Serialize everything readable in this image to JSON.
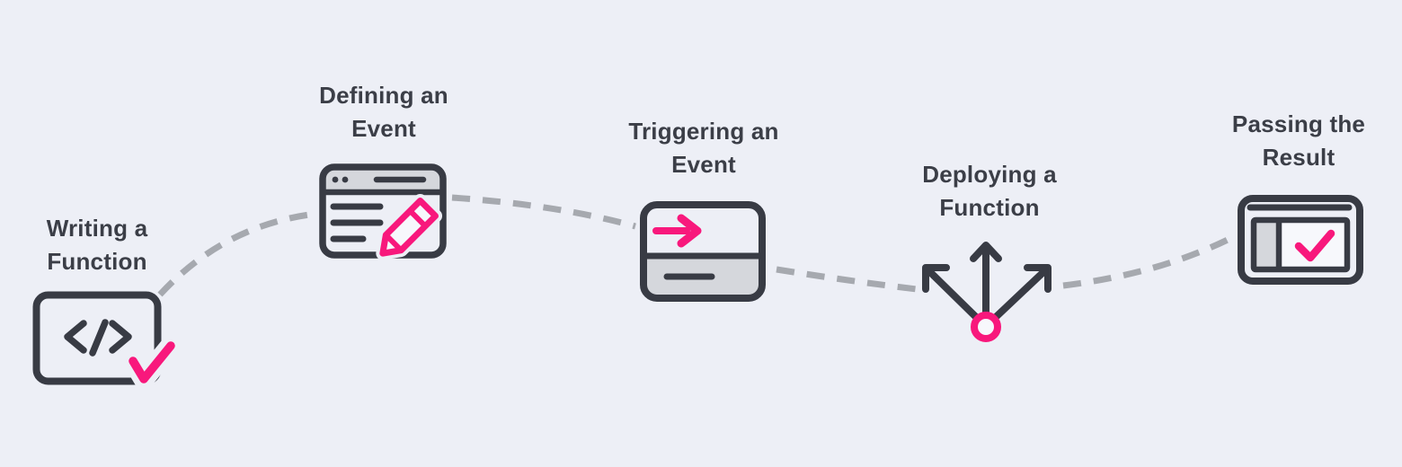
{
  "diagram": {
    "title": "serverless-function-workflow",
    "colors": {
      "background": "#edeff6",
      "dark": "#383b44",
      "pink": "#f8187c",
      "panel": "#d5d7dc",
      "connector": "#a6a9af",
      "text": "#3b3e47"
    },
    "steps": [
      {
        "label": [
          "Writing a",
          "Function"
        ],
        "icon": "code-window-icon"
      },
      {
        "label": [
          "Defining an",
          "Event"
        ],
        "icon": "browser-edit-icon"
      },
      {
        "label": [
          "Triggering an",
          "Event"
        ],
        "icon": "card-arrow-icon"
      },
      {
        "label": [
          "Deploying a",
          "Function"
        ],
        "icon": "branch-arrows-icon"
      },
      {
        "label": [
          "Passing the",
          "Result"
        ],
        "icon": "window-check-icon"
      }
    ]
  }
}
